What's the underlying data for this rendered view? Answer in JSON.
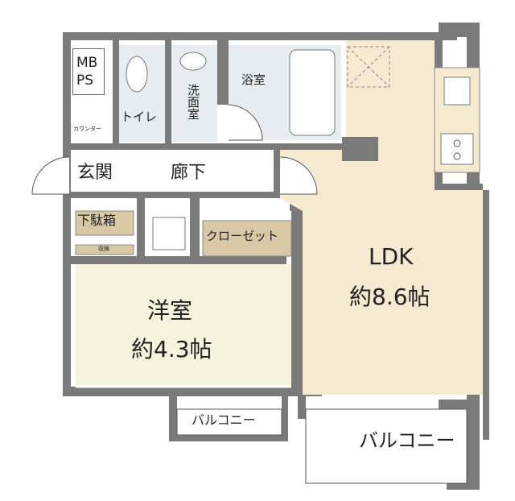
{
  "rooms": {
    "mbps": {
      "line1": "MB",
      "line2": "PS"
    },
    "toilet": "トイレ",
    "washroom": "洗面室",
    "bathroom": "浴室",
    "counter": "カウンター",
    "entrance": "玄関",
    "hallway": "廊下",
    "shoe_box": "下駄箱",
    "storage": "収納",
    "closet": "クローゼット",
    "western_room": {
      "name": "洋室",
      "size": "約4.3帖"
    },
    "ldk": {
      "name": "LDK",
      "size": "約8.6帖"
    },
    "balcony_small": "バルコニー",
    "balcony_large": "バルコニー"
  },
  "colors": {
    "wall": "#7a7a7a",
    "ldk_floor": "#f5e9cf",
    "western_floor": "#f6f3dc",
    "wet_floor": "#e6ecef",
    "closet_fill": "#d9c8a6",
    "shoebox_fill": "#d9c8a6"
  }
}
